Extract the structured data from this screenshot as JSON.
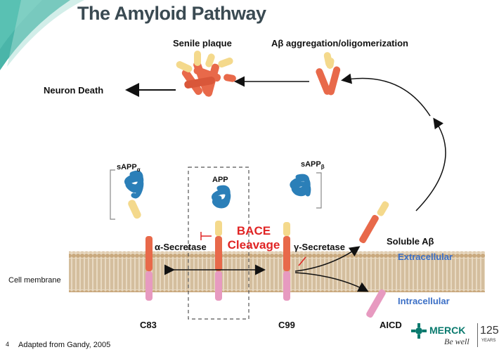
{
  "title": "The Amyloid Pathway",
  "labels": {
    "senile_plaque": "Senile plaque",
    "ab_aggregation": "Aβ aggregation/oligomerization",
    "neuron_death": "Neuron Death",
    "sapp_alpha": "sAPP",
    "sapp_alpha_sub": "α",
    "sapp_beta": "sAPP",
    "sapp_beta_sub": "β",
    "app": "APP",
    "bace_line1": "BACE",
    "bace_line2": "Cleavage",
    "alpha_secretase": "α-Secretase",
    "gamma_secretase": "γ-Secretase",
    "soluble_ab": "Soluble Aβ",
    "extracellular": "Extracellular",
    "intracellular": "Intracellular",
    "cell_membrane": "Cell membrane",
    "c83": "C83",
    "c99": "C99",
    "aicd": "AICD"
  },
  "footer": {
    "page_number": "4",
    "citation": "Adapted from Gandy, 2005"
  },
  "logo": {
    "company": "MERCK",
    "tagline": "Be well",
    "anniversary": "125",
    "anniversary_sub": "YEARS"
  },
  "colors": {
    "title": "#3a4a52",
    "membrane": "#d8c3a5",
    "coil_blue": "#2b7fb8",
    "beta_orange": "#e8694a",
    "beta_yellow": "#f4d98c",
    "intracellular_pink": "#e79ac0",
    "label_blue": "#3b6fc6",
    "bace_red": "#e02424",
    "corner_teal": "#2aa89a"
  }
}
